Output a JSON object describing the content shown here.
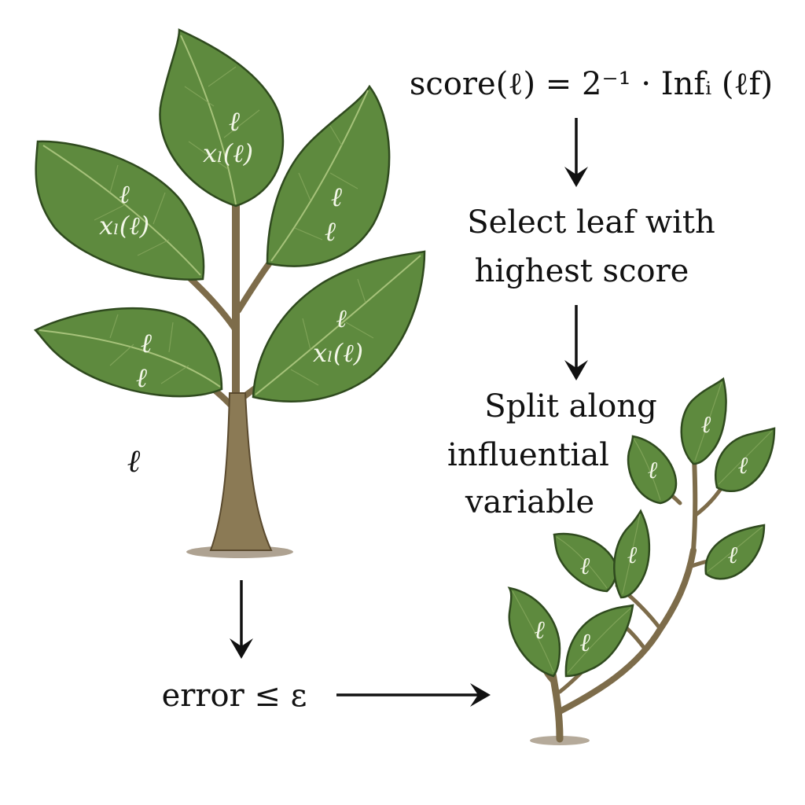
{
  "formula": {
    "text": "score(ℓ) = 2⁻¹ · Infᵢ (ℓf)"
  },
  "steps": {
    "select_line1": "Select leaf with",
    "select_line2": "highest score",
    "split_line1": "Split along",
    "split_line2": "influential",
    "split_line3": "variable"
  },
  "condition": {
    "text": "error ≤ ε"
  },
  "big_tree": {
    "ground_label": "ℓ",
    "leaves": [
      {
        "id": "top",
        "line1": "ℓ",
        "line2": "xₗ(ℓ)"
      },
      {
        "id": "upper-left",
        "line1": "ℓ",
        "line2": "xₗ(ℓ)"
      },
      {
        "id": "upper-right",
        "line1": "ℓ",
        "line2": "ℓ"
      },
      {
        "id": "lower-left",
        "line1": "ℓ",
        "line2": "ℓ"
      },
      {
        "id": "lower-right",
        "line1": "ℓ",
        "line2": "xₗ(ℓ)"
      }
    ]
  },
  "small_tree": {
    "leaves": [
      "ℓ",
      "ℓ",
      "ℓ",
      "ℓ",
      "ℓ",
      "ℓ",
      "ℓ",
      "ℓ"
    ]
  },
  "colors": {
    "leaf_fill": "#5e8a3e",
    "leaf_outline": "#2f4a1e",
    "trunk": "#8b7a55",
    "text": "#111111"
  }
}
